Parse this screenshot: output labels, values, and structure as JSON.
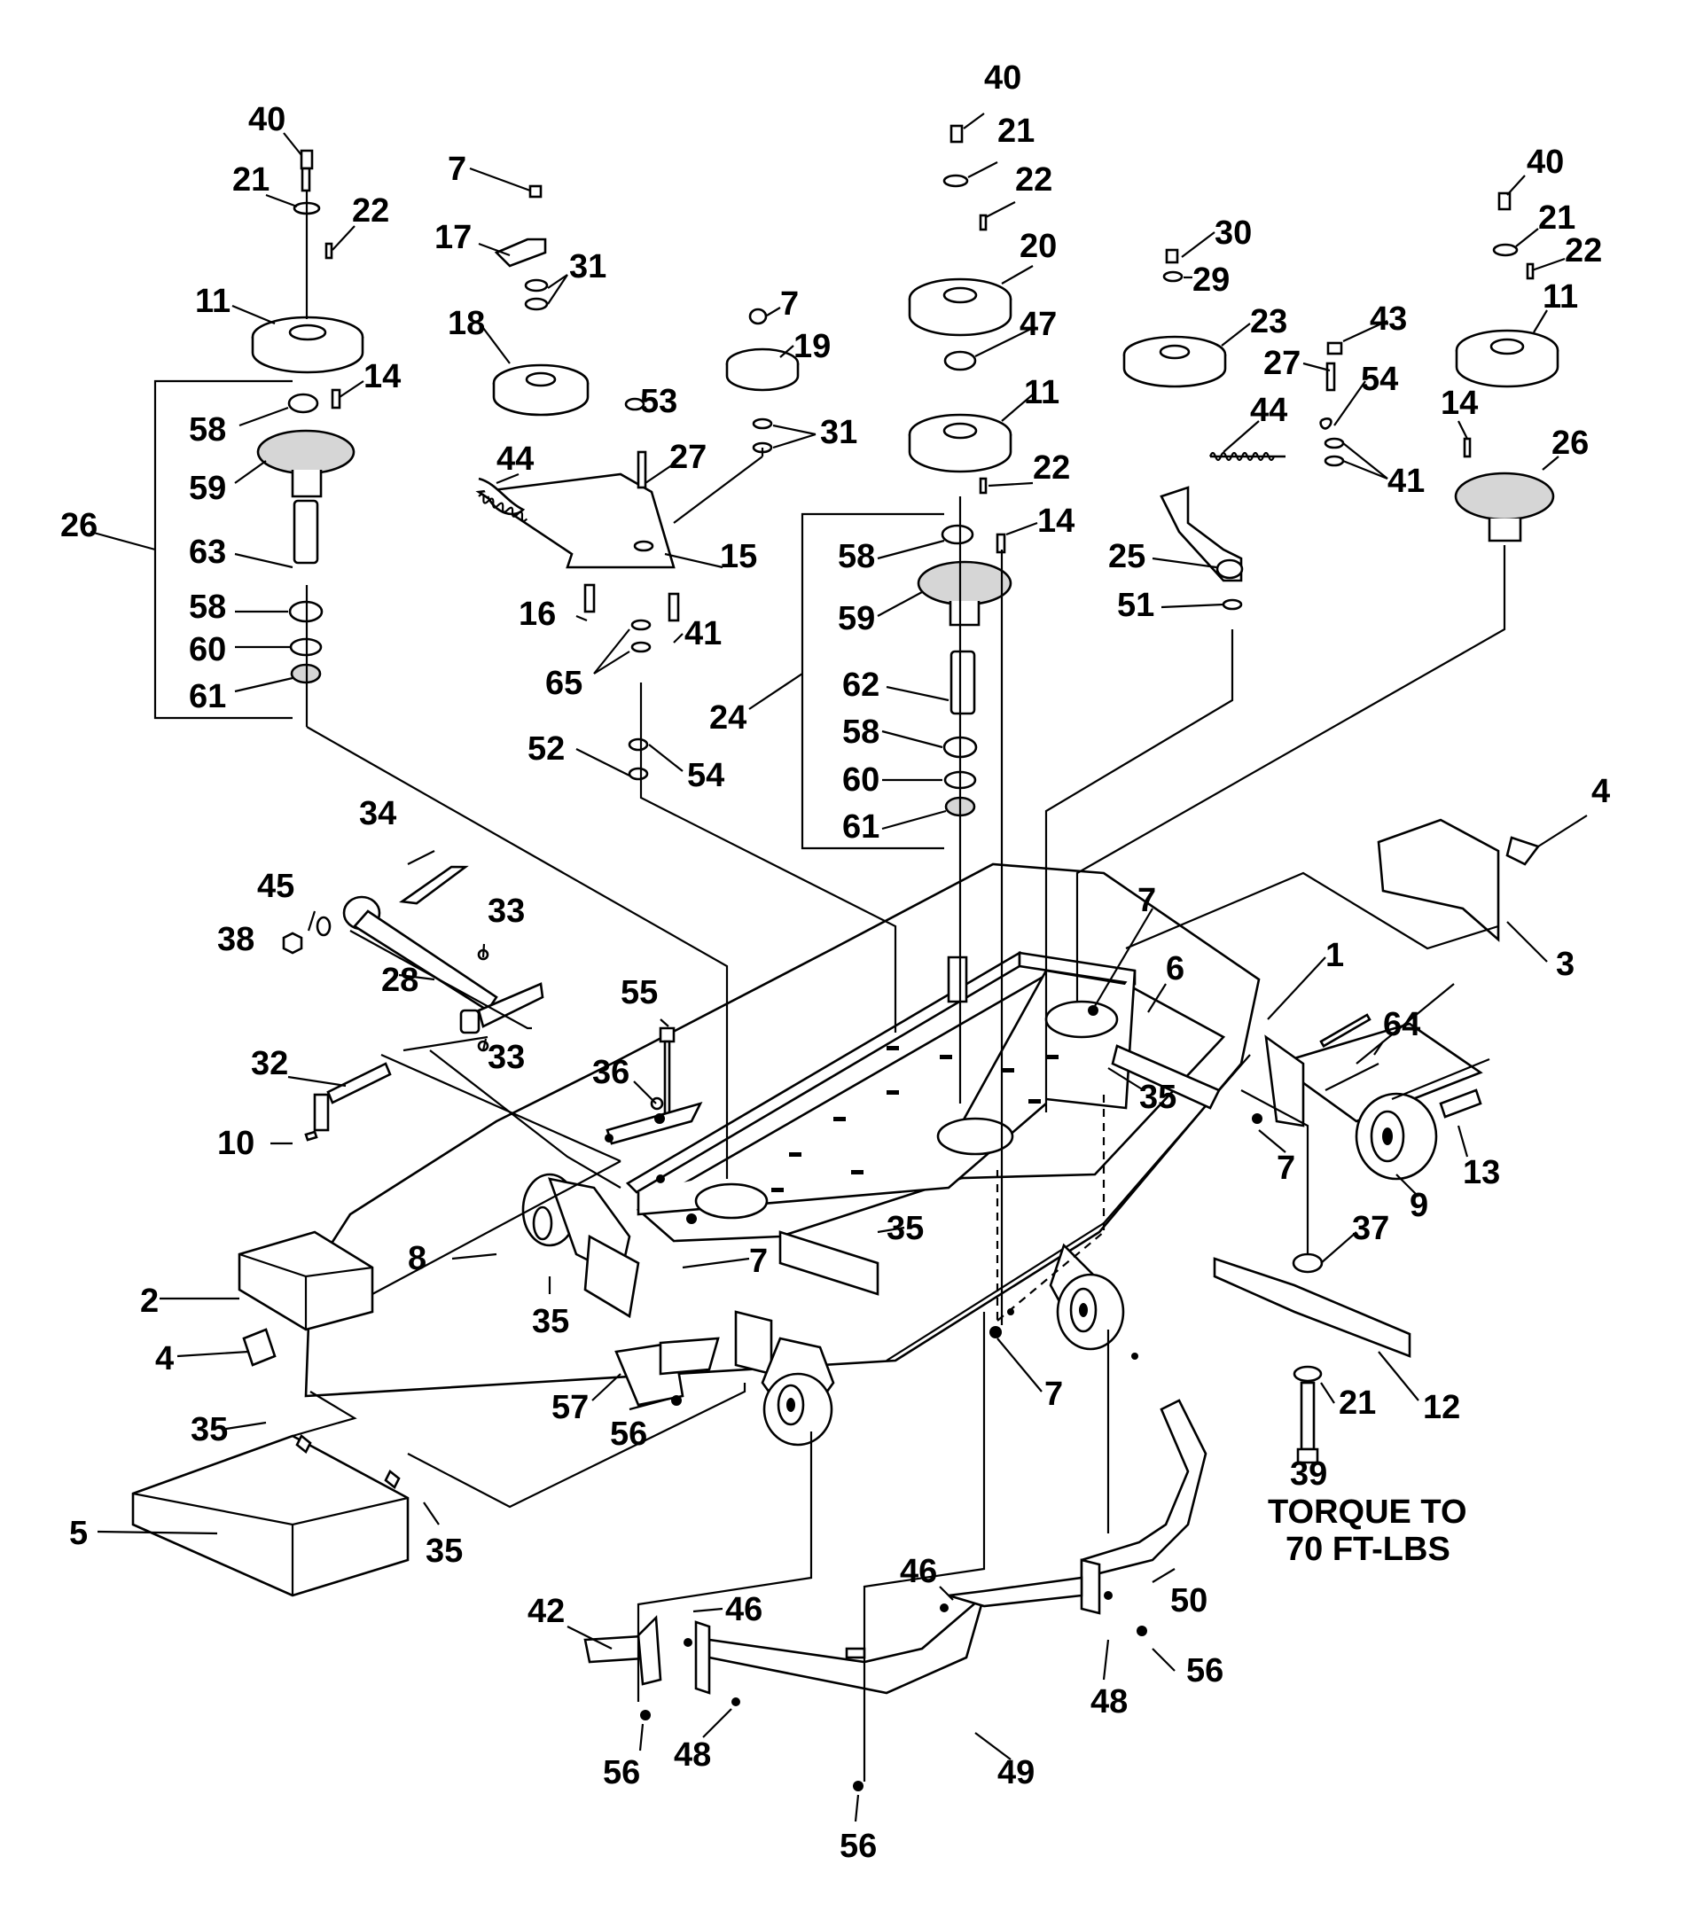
{
  "diagram": {
    "callouts": [
      "40",
      "21",
      "22",
      "11",
      "14",
      "58",
      "59",
      "26",
      "63",
      "58",
      "60",
      "61",
      "7",
      "17",
      "31",
      "18",
      "44",
      "53",
      "27",
      "16",
      "41",
      "65",
      "52",
      "54",
      "7",
      "19",
      "31",
      "15",
      "40",
      "21",
      "22",
      "20",
      "47",
      "11",
      "22",
      "14",
      "58",
      "59",
      "24",
      "62",
      "58",
      "60",
      "61",
      "30",
      "29",
      "23",
      "43",
      "27",
      "54",
      "44",
      "41",
      "25",
      "51",
      "40",
      "21",
      "22",
      "11",
      "14",
      "26",
      "4",
      "3",
      "34",
      "45",
      "38",
      "33",
      "28",
      "33",
      "32",
      "10",
      "55",
      "36",
      "7",
      "6",
      "1",
      "35",
      "64",
      "7",
      "13",
      "9",
      "2",
      "4",
      "8",
      "7",
      "35",
      "35",
      "37",
      "12",
      "21",
      "39",
      "57",
      "56",
      "7",
      "35",
      "5",
      "35",
      "42",
      "46",
      "46",
      "50",
      "56",
      "48",
      "56",
      "48",
      "49",
      "56"
    ],
    "torque_note": [
      "TORQUE TO",
      "70 FT-LBS"
    ]
  }
}
